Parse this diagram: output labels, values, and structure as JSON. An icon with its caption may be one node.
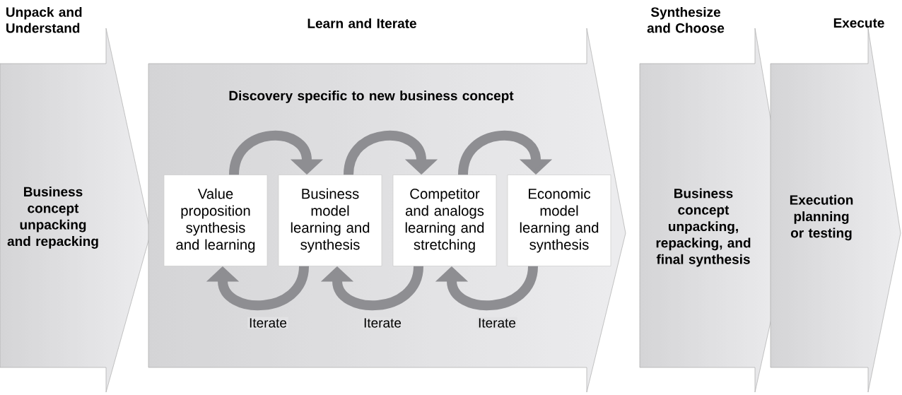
{
  "diagram": {
    "nodes": [
      {
        "text": [
          "Unpack and Understand",
          "Business concept unpacking and repacking"
        ]
      },
      {
        "text": [
          "Learn and Iterate",
          "Discovery specific to new business concept"
        ]
      },
      {
        "text": [
          "Value proposition synthesis and learning"
        ],
        "in": 1
      },
      {
        "text": [
          "Business model learning and synthesis"
        ],
        "in": 1
      },
      {
        "text": [
          "Competitor and analogs learning and stretching"
        ],
        "in": 1
      },
      {
        "text": [
          "Economic model learning and synthesis"
        ],
        "in": 1
      },
      {
        "text": [
          "Synthesize and Choose",
          "Business concept unpacking, repacking, and final synthesis"
        ]
      },
      {
        "text": [
          "Execute",
          "Execution planning or testing"
        ]
      }
    ],
    "edges": [
      {
        "from": 2,
        "to": 3,
        "arrow": "to"
      },
      {
        "from": 3,
        "to": 2,
        "arrow": "to",
        "label": "Iterate"
      },
      {
        "from": 3,
        "to": 4,
        "arrow": "to"
      },
      {
        "from": 4,
        "to": 3,
        "arrow": "to",
        "label": "Iterate"
      },
      {
        "from": 4,
        "to": 5,
        "arrow": "to"
      },
      {
        "from": 5,
        "to": 4,
        "arrow": "to",
        "label": "Iterate"
      }
    ]
  }
}
